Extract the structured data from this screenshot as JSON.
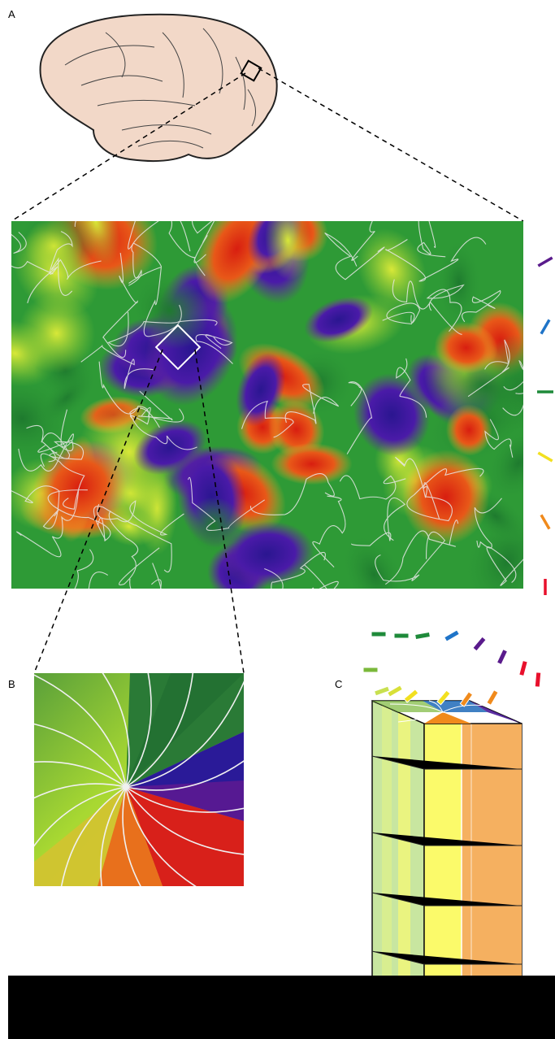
{
  "panels": {
    "a": {
      "label": "A"
    },
    "b": {
      "label": "B"
    },
    "c": {
      "label": "C"
    }
  },
  "orientation_legend": {
    "colors": [
      "#5a1b8c",
      "#1f74c8",
      "#1e8a3a",
      "#f2e020",
      "#f08a1c",
      "#e8102c"
    ],
    "angles_deg": [
      -30,
      -60,
      0,
      30,
      60,
      90
    ]
  },
  "map_colors": {
    "green": "#2e9a36",
    "yellow_green": "#a8d832",
    "red": "#e02a12",
    "purple": "#3a1aa0",
    "contour": "#e8e8e8"
  },
  "column_colors": {
    "top_face": "#ffffff",
    "green_face": "#c8e6a0",
    "yellow_face": "#fbfa6a",
    "orange_face": "#f5b060"
  }
}
